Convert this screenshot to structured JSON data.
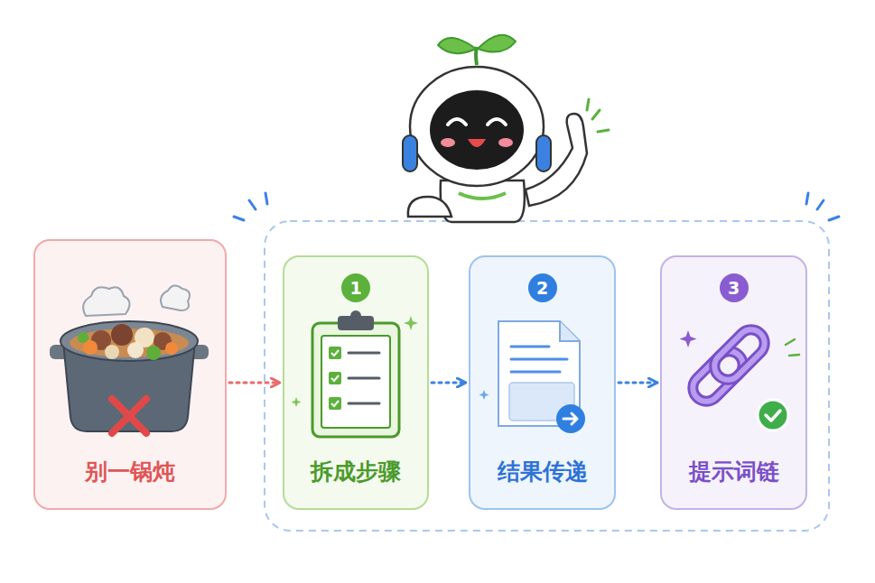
{
  "diagram": {
    "nodes": [
      {
        "text": [
          "别一锅炖"
        ]
      },
      {
        "text": [
          "1",
          "拆成步骤"
        ]
      },
      {
        "text": [
          "2",
          "结果传递"
        ]
      },
      {
        "text": [
          "3",
          "提示词链"
        ]
      }
    ],
    "edges": [
      {
        "from": 0,
        "to": 1,
        "arrow": "to"
      },
      {
        "from": 1,
        "to": 2,
        "arrow": "to"
      },
      {
        "from": 2,
        "to": 3,
        "arrow": "to"
      }
    ]
  }
}
